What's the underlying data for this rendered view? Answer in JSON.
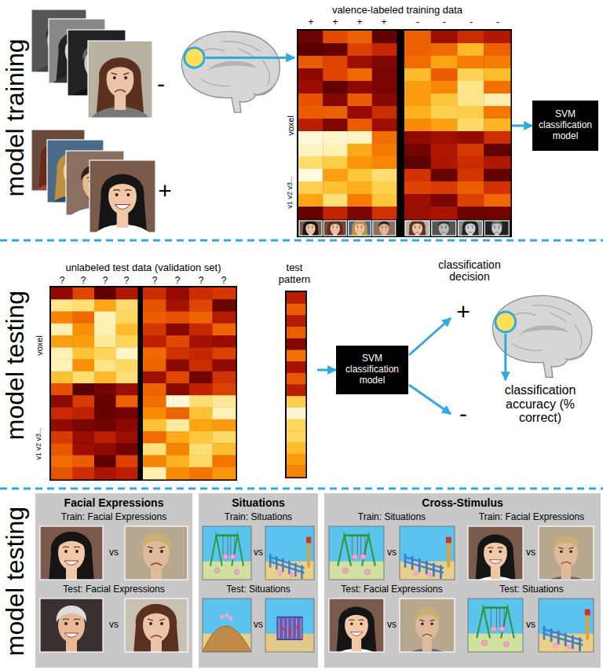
{
  "diagram": {
    "nodes": [
      {
        "text": [
          "valence-labeled training data"
        ]
      },
      {
        "text": [
          "SVM classification model"
        ]
      },
      {
        "text": [
          "unlabeled test data (validation set)"
        ]
      },
      {
        "text": [
          "test pattern"
        ]
      },
      {
        "text": [
          "SVM classification model"
        ]
      },
      {
        "text": [
          "Facial Expressions",
          "Train: Facial Expressions",
          "vs",
          "Test: Facial Expressions",
          "vs"
        ]
      },
      {
        "text": [
          "Situations",
          "Train: Situations",
          "vs",
          "Test: Situations",
          "vs"
        ]
      },
      {
        "text": [
          "Cross-Stimulus",
          "Train: Situations",
          "vs",
          "Train: Facial Expressions",
          "vs",
          "Test: Facial Expressions",
          "vs",
          "Test: Situations",
          "vs"
        ]
      }
    ],
    "edges": [
      {
        "from": 0,
        "to": 1,
        "arrow": "to"
      },
      {
        "from": 3,
        "to": 4,
        "arrow": "to"
      }
    ],
    "labels": [
      "model training",
      "-",
      "+",
      "+",
      "+",
      "+",
      "+",
      "-",
      "-",
      "-",
      "-",
      "voxel",
      "v1 v2 v3...",
      "model testing",
      "?",
      "?",
      "?",
      "?",
      "?",
      "?",
      "?",
      "?",
      "voxel",
      "v1 v2 v3...",
      "classification decision",
      "+",
      "-",
      "classification accuracy (% correct)",
      "model testing"
    ]
  }
}
